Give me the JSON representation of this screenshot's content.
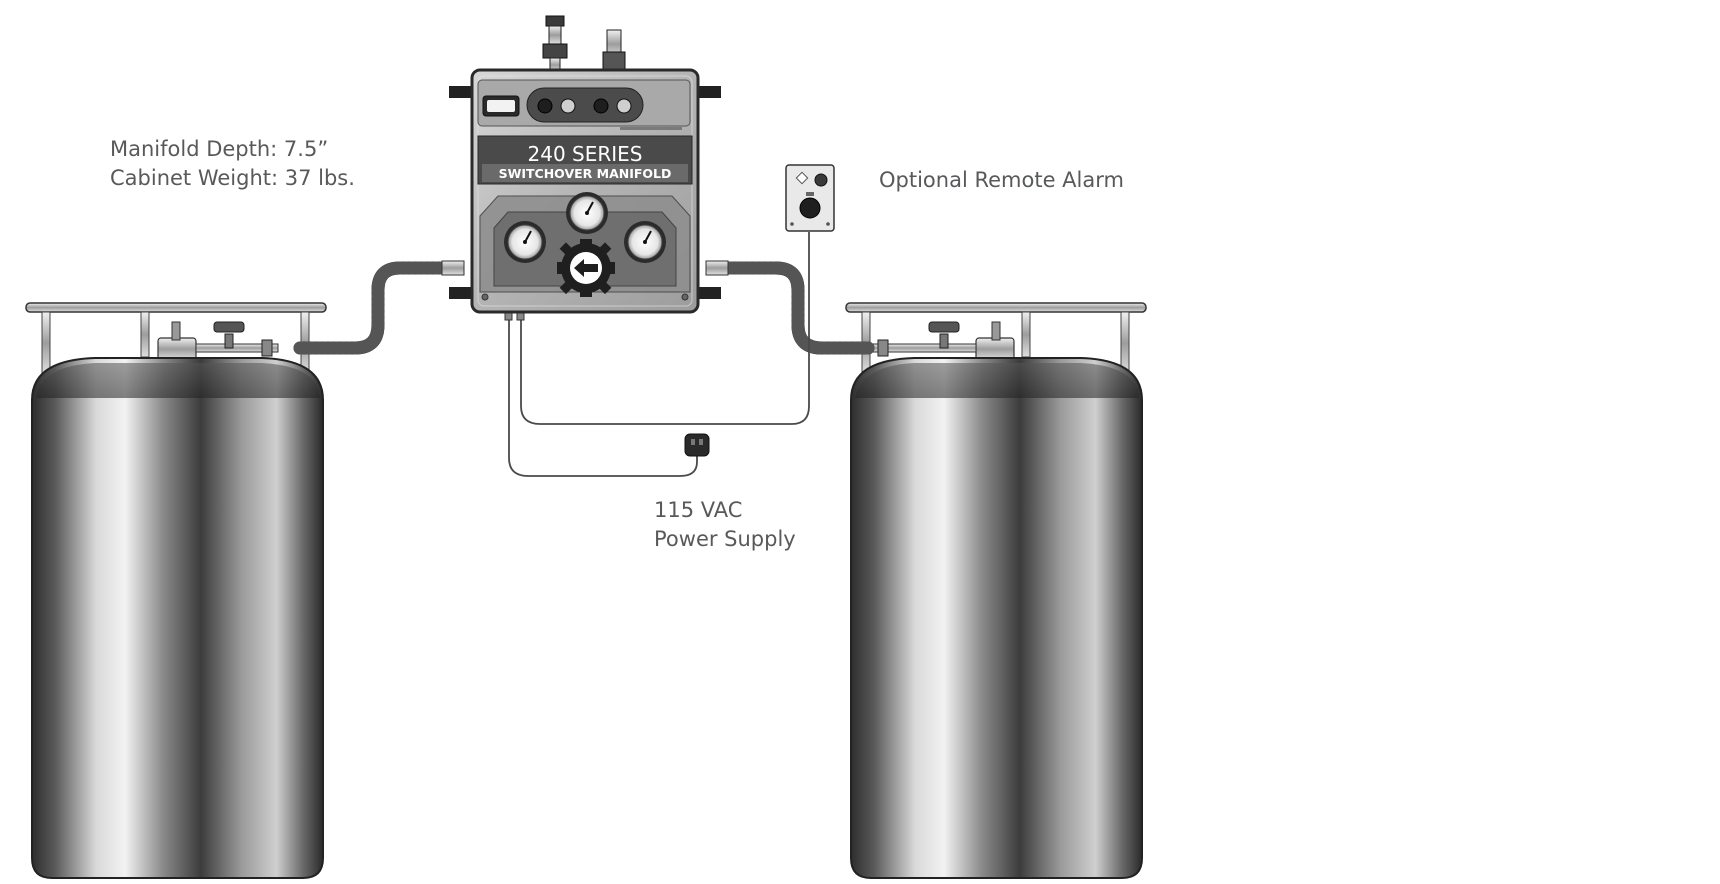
{
  "specs": {
    "depth": "Manifold Depth: 7.5”",
    "weight": "Cabinet Weight: 37 lbs."
  },
  "manifold": {
    "series": "240 SERIES",
    "name": "SWITCHOVER MANIFOLD"
  },
  "remote_alarm": {
    "label": "Optional Remote Alarm"
  },
  "power": {
    "voltage": "115 VAC",
    "label": "Power Supply"
  },
  "colors": {
    "label_text": "#58595b",
    "hose": "#2b2b2b",
    "cylinder_dark": "#3a3a3a",
    "cylinder_light": "#e6e6e6",
    "manifold_body": "#b9b9b9",
    "manifold_banner": "#4a4a4a"
  }
}
